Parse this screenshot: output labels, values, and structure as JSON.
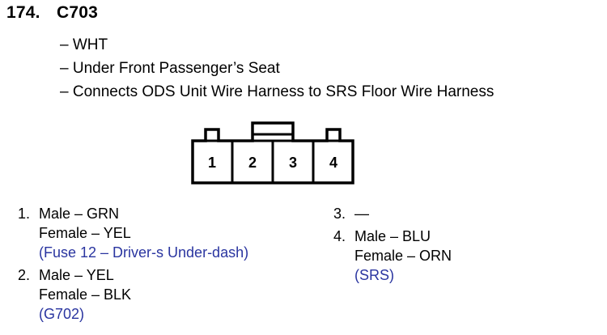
{
  "header": {
    "number": "174.",
    "code": "C703"
  },
  "details": [
    "– WHT",
    "– Under Front Passenger’s Seat",
    "– Connects ODS Unit Wire Harness to SRS Floor Wire Harness"
  ],
  "connector": {
    "pins": [
      "1",
      "2",
      "3",
      "4"
    ]
  },
  "pins_left": [
    {
      "index": "1.",
      "male": "Male – GRN",
      "female": "Female – YEL",
      "note": "(Fuse 12 – Driver-s Under-dash)"
    },
    {
      "index": "2.",
      "male": "Male – YEL",
      "female": "Female – BLK",
      "note": "(G702)"
    }
  ],
  "pins_right": [
    {
      "index": "3.",
      "male": "—"
    },
    {
      "index": "4.",
      "male": "Male – BLU",
      "female": "Female – ORN",
      "note": "(SRS)"
    }
  ],
  "colors": {
    "note_text": "#2a35a0",
    "line": "#000000"
  }
}
